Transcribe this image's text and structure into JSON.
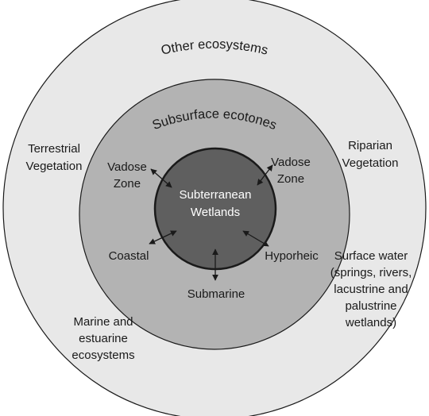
{
  "colors": {
    "outer_fill": "#e8e8e8",
    "middle_fill": "#b3b3b3",
    "inner_fill": "#5f5f5f",
    "stroke": "#1a1a1a",
    "text_dark": "#1a1a1a",
    "text_light": "#ffffff"
  },
  "rings": {
    "outer": {
      "label": "Other ecosystems"
    },
    "middle": {
      "label": "Subsurface ecotones"
    },
    "inner": {
      "label_line1": "Subterranean",
      "label_line2": "Wetlands"
    }
  },
  "outer_labels": {
    "terrestrial": {
      "line1": "Terrestrial",
      "line2": "Vegetation"
    },
    "riparian": {
      "line1": "Riparian",
      "line2": "Vegetation"
    },
    "surface_water": {
      "line1": "Surface water",
      "line2": "(springs, rivers,",
      "line3": "lacustrine and",
      "line4": "palustrine",
      "line5": "wetlands)"
    },
    "marine": {
      "line1": "Marine and",
      "line2": "estuarine",
      "line3": "ecosystems"
    }
  },
  "ecotones": {
    "vadose_left": {
      "line1": "Vadose",
      "line2": "Zone"
    },
    "vadose_right": {
      "line1": "Vadose",
      "line2": "Zone"
    },
    "coastal": "Coastal",
    "hyporheic": "Hyporheic",
    "submarine": "Submarine"
  }
}
